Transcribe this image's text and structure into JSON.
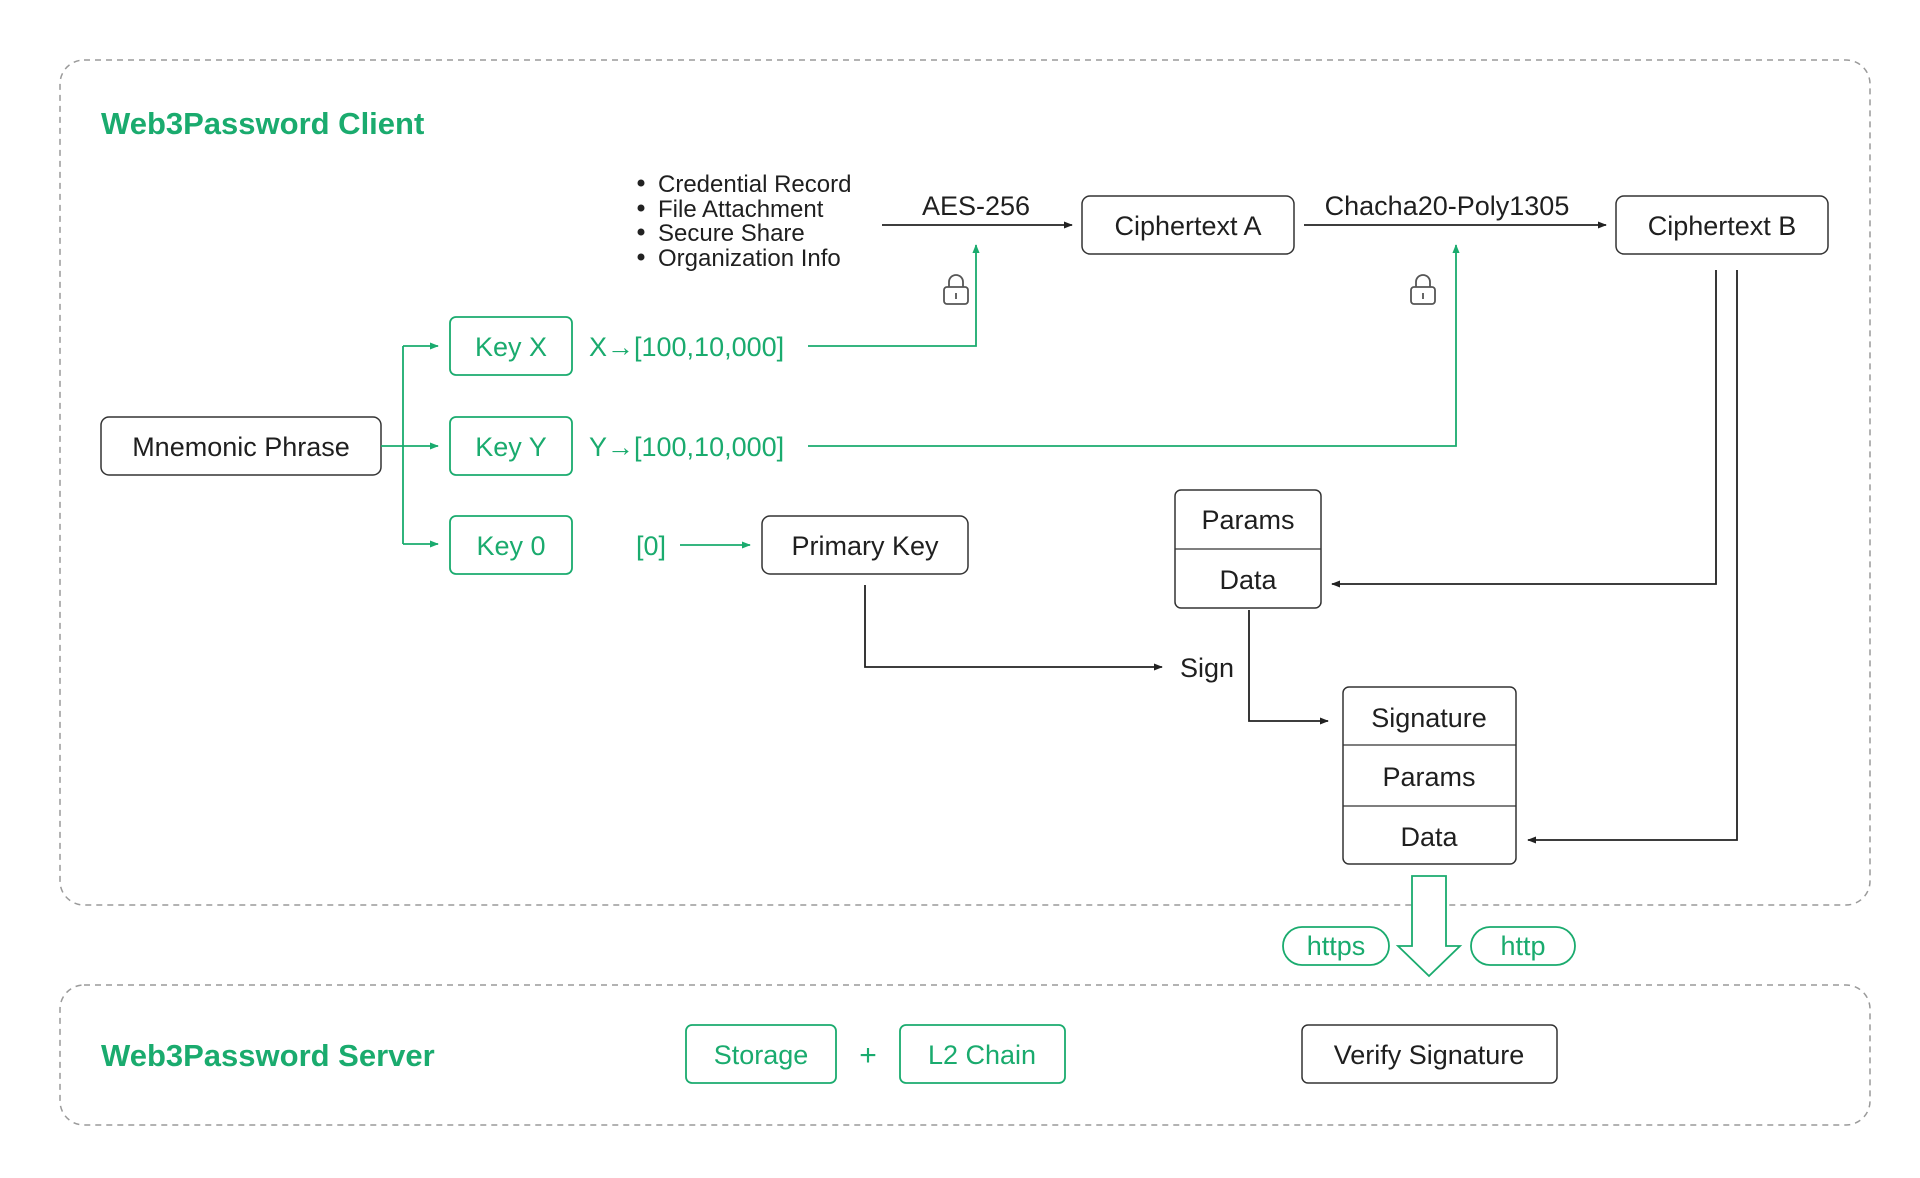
{
  "client": {
    "title": "Web3Password Client"
  },
  "server": {
    "title": "Web3Password Server"
  },
  "mnemonic": {
    "label": "Mnemonic Phrase"
  },
  "keys": {
    "key_x": {
      "label": "Key X",
      "range": "X→[100,10,000]"
    },
    "key_y": {
      "label": "Key Y",
      "range": "Y→[100,10,000]"
    },
    "key_0": {
      "label": "Key 0",
      "index": "[0]"
    }
  },
  "primary_key": {
    "label": "Primary Key"
  },
  "inputs": {
    "items": [
      "Credential Record",
      "File Attachment",
      "Secure Share",
      "Organization Info"
    ]
  },
  "encryption": {
    "aes": "AES-256",
    "chacha": "Chacha20-Poly1305",
    "ciphertext_a": "Ciphertext A",
    "ciphertext_b": "Ciphertext B"
  },
  "payload": {
    "params": "Params",
    "data": "Data",
    "sign": "Sign",
    "signature": "Signature"
  },
  "transport": {
    "https": "https",
    "http": "http"
  },
  "server_parts": {
    "storage": "Storage",
    "plus": "+",
    "l2_chain": "L2 Chain",
    "verify": "Verify Signature"
  },
  "colors": {
    "accent_green": "#1aab6e",
    "line_dark": "#222222",
    "border_gray": "#9a9a9a"
  }
}
